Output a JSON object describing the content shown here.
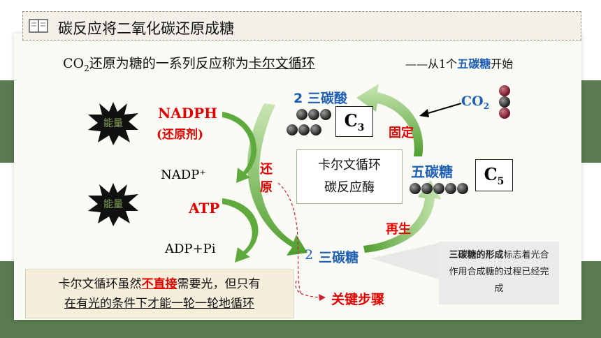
{
  "header": {
    "title": "碳反应将二氧化碳还原成糖"
  },
  "intro": {
    "co2_prefix": "CO",
    "co2_sub": "2",
    "text": "还原为糖的一系列反应称为",
    "underlined": "卡尔文循环",
    "start_dash": "——从1个",
    "start_highlight": "五碳糖",
    "start_suffix": "开始"
  },
  "cycle": {
    "three_carbon_acid": "2 三碳酸",
    "c3_main": "C",
    "c3_sub": "3",
    "fixation": "固定",
    "co2_main": "CO",
    "co2_sub": "2",
    "five_carbon_sugar": "五碳糖",
    "c5_main": "C",
    "c5_sub": "5",
    "regeneration": "再生",
    "reduction": "还原",
    "three_carbon_sugar_num": "2",
    "three_carbon_sugar": "三碳糖",
    "enzyme_line1": "卡尔文循环",
    "enzyme_line2": "碳反应酶",
    "key_step": "关键步骤"
  },
  "left": {
    "nadph": "NADPH",
    "nadph_note": "(还原剂)",
    "nadp": "NADP⁺",
    "atp": "ATP",
    "adp": "ADP+Pi",
    "energy1": "能量",
    "energy2": "能量"
  },
  "note": {
    "bold": "三碳糖的形成",
    "rest": "标志着光合作用合成糖的过程已经完成"
  },
  "bottom": {
    "part1": "卡尔文循环虽然",
    "highlight": "不直接",
    "part2": "需要光，但只有",
    "line2": "在有光的条件下才能一轮一轮地循环"
  },
  "colors": {
    "green_band": "#5a7a52",
    "arrow_green": "#5faa3c",
    "label_red": "#e00000",
    "label_blue": "#1e5fb4"
  }
}
